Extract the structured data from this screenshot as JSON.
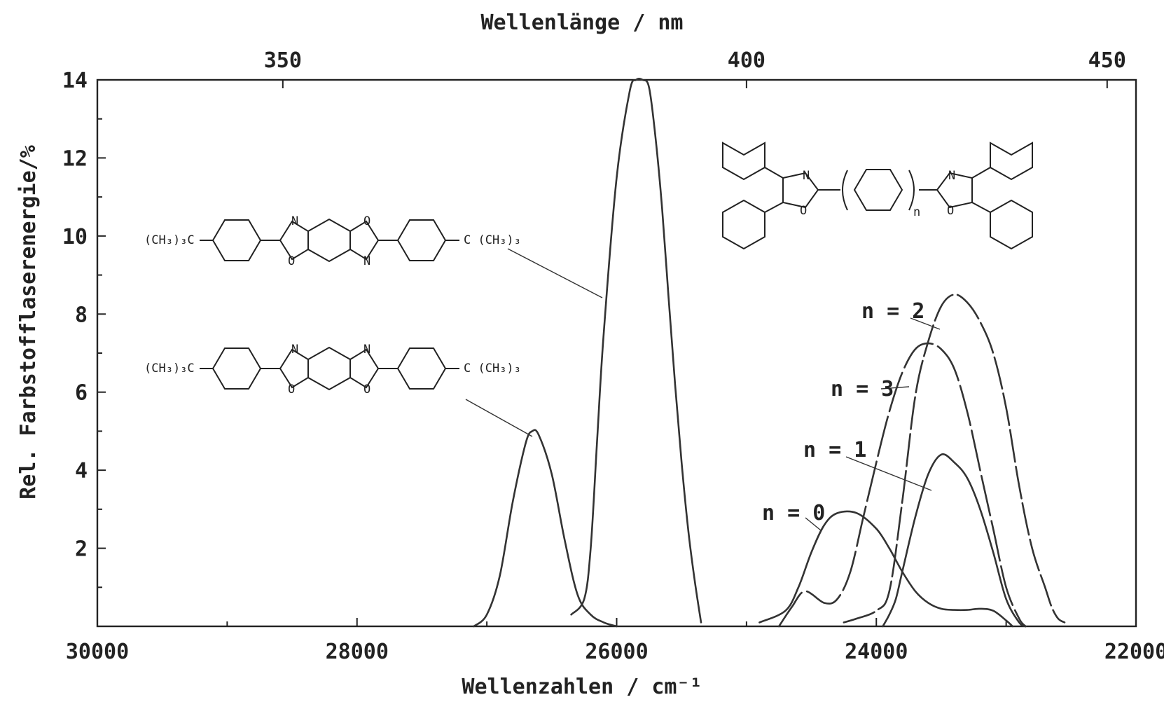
{
  "chart_data": {
    "type": "line",
    "xlabel": "Wellenzahlen / cm⁻¹",
    "x2label": "Wellenlänge / nm",
    "ylabel": "Rel. Farbstofflaserenergie/%",
    "xlim": [
      30000,
      22000
    ],
    "ylim": [
      0,
      14
    ],
    "x_ticks": [
      30000,
      28000,
      26000,
      24000,
      22000
    ],
    "x_ticks_minor": [
      29000,
      27000,
      25000,
      23000
    ],
    "x2_ticks": [
      350,
      400,
      450
    ],
    "y_ticks": [
      2,
      4,
      6,
      8,
      10,
      12,
      14
    ],
    "y_ticks_minor": [
      1,
      3,
      5,
      7,
      9,
      11,
      13
    ],
    "series": [
      {
        "x": [
          27100,
          27000,
          26900,
          26800,
          26700,
          26650,
          26600,
          26500,
          26400,
          26300,
          26200,
          26100,
          26000
        ],
        "y": [
          0,
          0.3,
          1.3,
          3.2,
          4.7,
          5.0,
          4.9,
          3.9,
          2.2,
          0.8,
          0.3,
          0.1,
          0
        ]
      },
      {
        "x": [
          26350,
          26250,
          26200,
          26150,
          26100,
          26000,
          25900,
          25850,
          25800,
          25750,
          25700,
          25650,
          25600,
          25550,
          25500,
          25450,
          25400,
          25350
        ],
        "y": [
          0.3,
          0.7,
          2.0,
          4.8,
          7.5,
          11.5,
          13.7,
          14.0,
          14.0,
          13.8,
          12.5,
          10.7,
          8.4,
          6.2,
          4.2,
          2.5,
          1.2,
          0.1
        ]
      },
      {
        "label": "n = 0",
        "x": [
          24900,
          24700,
          24600,
          24500,
          24400,
          24300,
          24150,
          24000,
          23900,
          23800,
          23700,
          23600,
          23500,
          23400,
          23300,
          23200,
          23100,
          23000,
          22950
        ],
        "y": [
          0.1,
          0.4,
          1.0,
          1.9,
          2.6,
          2.9,
          2.9,
          2.5,
          2.0,
          1.4,
          0.9,
          0.6,
          0.45,
          0.42,
          0.42,
          0.45,
          0.4,
          0.15,
          0
        ]
      },
      {
        "label": "n = 3",
        "x": [
          24750,
          24650,
          24550,
          24400,
          24300,
          24200,
          24100,
          24000,
          23900,
          23800,
          23700,
          23600,
          23500,
          23400,
          23300,
          23200,
          23100,
          23000,
          22900,
          22850
        ],
        "y": [
          0,
          0.5,
          0.9,
          0.6,
          0.7,
          1.4,
          2.8,
          4.2,
          5.5,
          6.5,
          7.1,
          7.25,
          7.1,
          6.6,
          5.5,
          4.0,
          2.5,
          1.0,
          0.2,
          0
        ]
      },
      {
        "label": "n = 1",
        "x": [
          23950,
          23900,
          23850,
          23800,
          23700,
          23600,
          23500,
          23400,
          23300,
          23200,
          23100,
          23000,
          22900,
          22850
        ],
        "y": [
          0,
          0.3,
          0.7,
          1.4,
          2.8,
          3.9,
          4.4,
          4.2,
          3.8,
          3.0,
          1.9,
          0.7,
          0.1,
          0
        ]
      },
      {
        "label": "n = 2",
        "x": [
          24250,
          24150,
          24000,
          23900,
          23800,
          23700,
          23600,
          23500,
          23400,
          23300,
          23200,
          23100,
          23000,
          22900,
          22800,
          22700,
          22650,
          22600,
          22550
        ],
        "y": [
          0.1,
          0.2,
          0.4,
          0.9,
          3.2,
          5.9,
          7.3,
          8.2,
          8.5,
          8.3,
          7.8,
          7.0,
          5.6,
          3.6,
          2.0,
          1.0,
          0.5,
          0.2,
          0.1
        ]
      }
    ],
    "annotations": {
      "molecule1_left": "(CH₃)₃C",
      "molecule1_right": "C (CH₃)₃",
      "molecule2_left": "(CH₃)₃C",
      "molecule2_right": "C (CH₃)₃",
      "atom_N": "N",
      "atom_O": "O",
      "subscript_n": "n"
    }
  }
}
